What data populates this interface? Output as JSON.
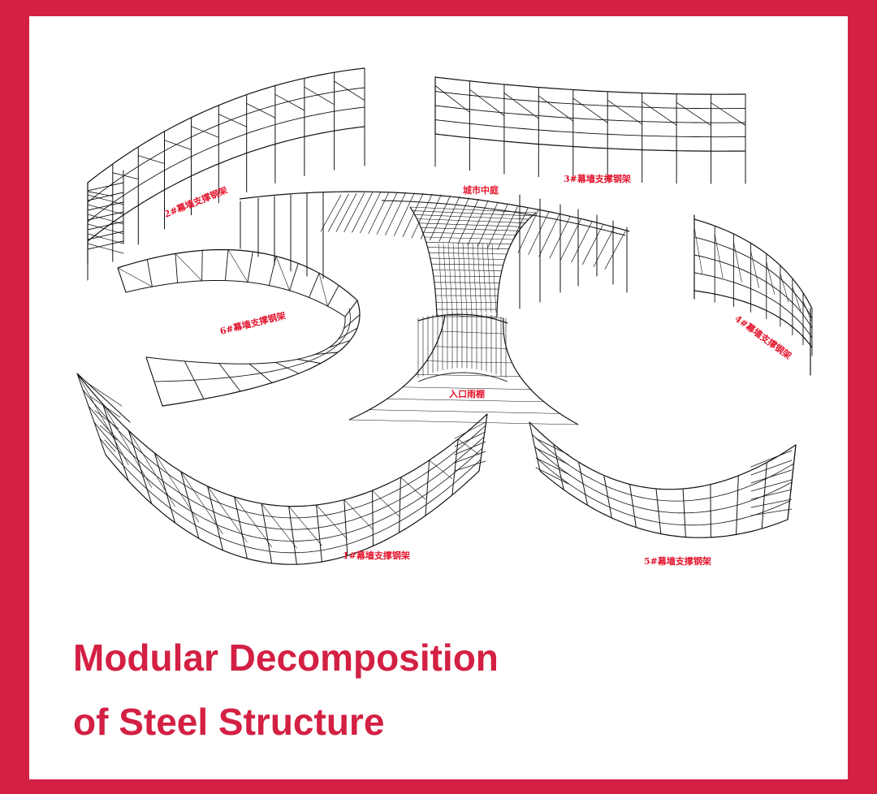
{
  "title": {
    "line1": "Modular Decomposition",
    "line2": "of Steel Structure"
  },
  "modules": [
    {
      "id": "m2",
      "label": "2#幕墙支撑钢架"
    },
    {
      "id": "m3",
      "label": "3#幕墙支撑钢架"
    },
    {
      "id": "atrium",
      "label": "城市中庭"
    },
    {
      "id": "m6",
      "label": "6#幕墙支撑钢架"
    },
    {
      "id": "m4",
      "label": "4#幕墙支撑钢架"
    },
    {
      "id": "canopy",
      "label": "入口雨棚"
    },
    {
      "id": "m1",
      "label": "1#幕墙支撑钢架"
    },
    {
      "id": "m5",
      "label": "5#幕墙支撑钢架"
    }
  ],
  "colors": {
    "frame": "#d32043",
    "label": "#e3152d",
    "line": "#111111"
  }
}
